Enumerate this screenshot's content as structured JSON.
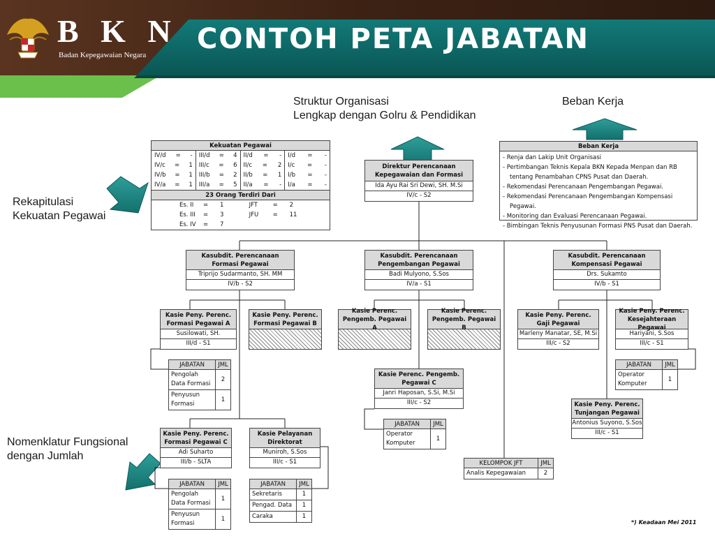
{
  "header": {
    "logo_text": "B K N",
    "logo_subtitle": "Badan Kepegawaian Negara",
    "title": "CONTOH PETA JABATAN",
    "colors": {
      "dark": "#3b1f12",
      "teal": "#0d6c6a",
      "green": "#6bc04b"
    }
  },
  "annotations": {
    "struktur_line1": "Struktur Organisasi",
    "struktur_line2": "Lengkap dengan Golru & Pendidikan",
    "beban_kerja": "Beban Kerja",
    "rekap_line1": "Rekapitulasi",
    "rekap_line2": "Kekuatan Pegawai",
    "nomen_line1": "Nomenklatur Fungsional",
    "nomen_line2": "dengan Jumlah"
  },
  "kekuatan_pegawai": {
    "title": "Kekuatan Pegawai",
    "columns": [
      [
        [
          "IV/d",
          "=",
          "-"
        ],
        [
          "IV/c",
          "=",
          "1"
        ],
        [
          "IV/b",
          "=",
          "1"
        ],
        [
          "IV/a",
          "=",
          "1"
        ]
      ],
      [
        [
          "III/d",
          "=",
          "4"
        ],
        [
          "III/c",
          "=",
          "6"
        ],
        [
          "III/b",
          "=",
          "2"
        ],
        [
          "III/a",
          "=",
          "5"
        ]
      ],
      [
        [
          "II/d",
          "=",
          "-"
        ],
        [
          "II/c",
          "=",
          "2"
        ],
        [
          "II/b",
          "=",
          "1"
        ],
        [
          "II/a",
          "=",
          "-"
        ]
      ],
      [
        [
          "I/d",
          "=",
          "-"
        ],
        [
          "I/c",
          "=",
          "-"
        ],
        [
          "I/b",
          "=",
          "-"
        ],
        [
          "I/a",
          "=",
          "-"
        ]
      ]
    ],
    "total": "23 Orang Terdiri Dari",
    "rows": [
      {
        "a_label": "Es. II",
        "a_eq": "=",
        "a_val": "1",
        "b_label": "JFT",
        "b_eq": "=",
        "b_val": "2"
      },
      {
        "a_label": "Es. III",
        "a_eq": "=",
        "a_val": "3",
        "b_label": "JFU",
        "b_eq": "=",
        "b_val": "11"
      },
      {
        "a_label": "Es. IV",
        "a_eq": "=",
        "a_val": "7",
        "b_label": "",
        "b_eq": "",
        "b_val": ""
      }
    ]
  },
  "beban_kerja": {
    "title": "Beban Kerja",
    "items": [
      "Renja dan  Lakip Unit Organisasi",
      "Pertimbangan Teknis Kepala BKN Kepada Menpan dan RB tentang Penambahan CPNS Pusat dan Daerah.",
      "Rekomendasi Perencanaan Pengembangan Pegawai.",
      "Rekomendasi Perencanaan Pengembangan Kompensasi Pegawai.",
      "Monitoring dan Evaluasi Perencanaan Pegawai.",
      "Bimbingan Teknis Penyusunan Formasi PNS Pusat dan Daerah."
    ]
  },
  "boxes": {
    "direktur": {
      "title": "Direktur Perencanaan Kepegawaian dan Formasi",
      "name": "Ida Ayu Rai Sri Dewi, SH. M.Si",
      "grade": "IV/c - S2"
    },
    "kasubdit_formasi": {
      "title": "Kasubdit. Perencanaan Formasi Pegawai",
      "name": "Triprijo Sudarmanto, SH. MM",
      "grade": "IV/b - S2"
    },
    "kasubdit_pengembangan": {
      "title": "Kasubdit. Perencanaan Pengembangan Pegawai",
      "name": "Badi Mulyono, S.Sos",
      "grade": "IV/a - S1"
    },
    "kasubdit_kompensasi": {
      "title": "Kasubdit. Perencanaan Kompensasi Pegawai",
      "name": "Drs. Sukamto",
      "grade": "IV/b - S1"
    },
    "kasie_formasi_a": {
      "title": "Kasie Peny. Perenc. Formasi Pegawai A",
      "name": "Susilowati, SH.",
      "grade": "III/d - S1"
    },
    "kasie_formasi_b": {
      "title": "Kasie Peny. Perenc. Formasi Pegawai B"
    },
    "kasie_pengemb_a": {
      "title": "Kasie Perenc. Pengemb. Pegawai A"
    },
    "kasie_pengemb_b": {
      "title": "Kasie Perenc. Pengemb. Pegawai B"
    },
    "kasie_gaji": {
      "title": "Kasie Peny. Perenc. Gaji Pegawai",
      "name": "Marleny Manatar, SE, M.Si",
      "grade": "III/c - S2"
    },
    "kasie_kesejahteraan": {
      "title": "Kasie Peny. Perenc. Kesejahteraan Pegawai",
      "name": "Hariyani, S.Sos",
      "grade": "III/c - S1"
    },
    "kasie_pengemb_c": {
      "title": "Kasie Perenc. Pengemb. Pegawai C",
      "name": "Janri Haposan, S.Si, M.Si",
      "grade": "III/c - S2"
    },
    "kasie_tunjangan": {
      "title": "Kasie Peny. Perenc. Tunjangan Pegawai",
      "name": "Antonius Suyono, S.Sos",
      "grade": "III/c - S1"
    },
    "kasie_formasi_c": {
      "title": "Kasie Peny. Perenc. Formasi Pegawai C",
      "name": "Adi Suharto",
      "grade": "III/b - SLTA"
    },
    "kasie_pelayanan": {
      "title": "Kasie Pelayanan Direktorat",
      "name": "Muniroh, S.Sos",
      "grade": "III/c - S1"
    }
  },
  "tables": {
    "jab_formasi_a": {
      "h1": "JABATAN",
      "h2": "JML",
      "rows": [
        [
          "Pengolah Data Formasi",
          "2"
        ],
        [
          "Penyusun Formasi",
          "1"
        ]
      ]
    },
    "jab_kesejahteraan": {
      "h1": "JABATAN",
      "h2": "JML",
      "rows": [
        [
          "Operator Komputer",
          "1"
        ]
      ]
    },
    "jab_pengemb_c": {
      "h1": "JABATAN",
      "h2": "JML",
      "rows": [
        [
          "Operator Komputer",
          "1"
        ]
      ]
    },
    "jab_formasi_c": {
      "h1": "JABATAN",
      "h2": "JML",
      "rows": [
        [
          "Pengolah Data Formasi",
          "1"
        ],
        [
          "Penyusun Formasi",
          "1"
        ]
      ]
    },
    "jab_pelayanan": {
      "h1": "JABATAN",
      "h2": "JML",
      "rows": [
        [
          "Sekretaris",
          "1"
        ],
        [
          "Pengad. Data",
          "1"
        ],
        [
          "Caraka",
          "1"
        ]
      ]
    },
    "kelompok_jft": {
      "h1": "KELOMPOK JFT",
      "h2": "JML",
      "rows": [
        [
          "Analis Kepegawaian",
          "2"
        ]
      ]
    }
  },
  "footnote": "*) Keadaan Mei 2011"
}
